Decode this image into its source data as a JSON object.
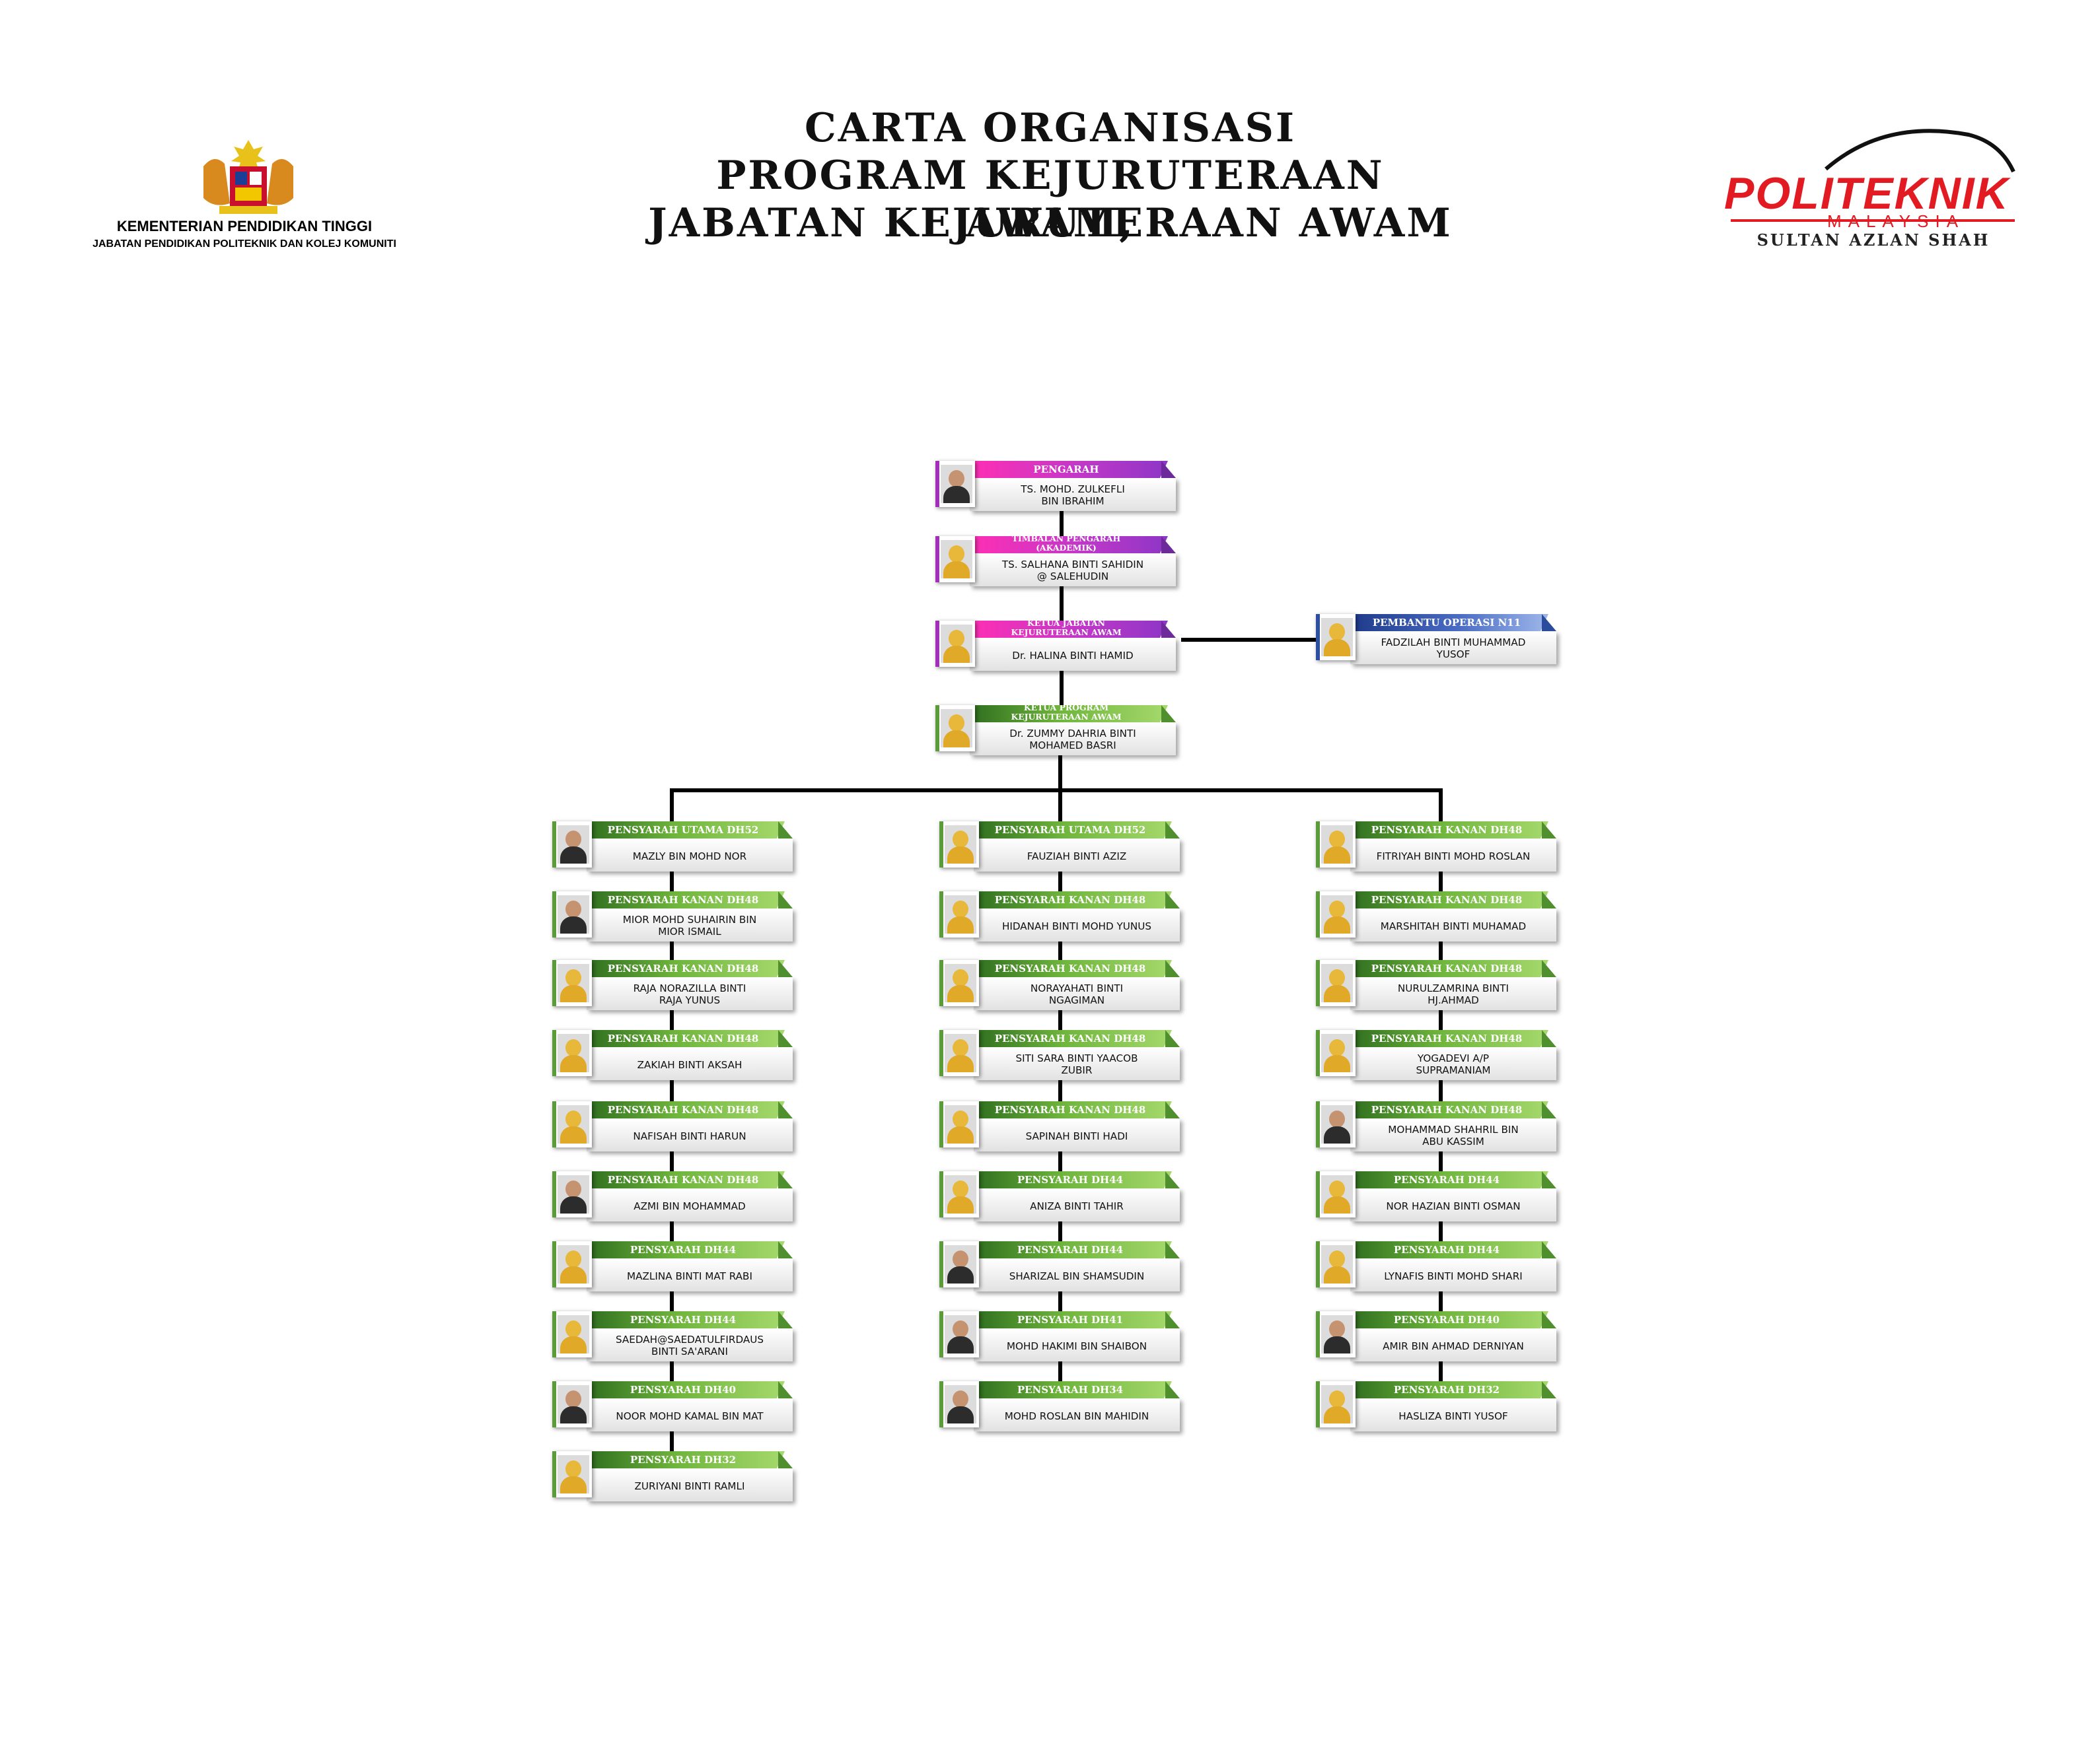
{
  "header": {
    "title_lines": [
      "CARTA ORGANISASI",
      "PROGRAM KEJURUTERAAN AWAM,",
      "JABATAN KEJURUTERAAN AWAM"
    ],
    "ministry_line1": "KEMENTERIAN PENDIDIKAN TINGGI",
    "ministry_line2": "JABATAN PENDIDIKAN POLITEKNIK DAN KOLEJ KOMUNITI",
    "poli_brand": "POLITEKNIK",
    "poli_country": "MALAYSIA",
    "poli_campus": "SULTAN AZLAN SHAH",
    "poli_color": "#e21b23"
  },
  "colors": {
    "green": "#6fb53c",
    "magenta": "#c238c8",
    "blue": "#4a6cc4",
    "connector": "#000000"
  },
  "management": [
    {
      "title": "PENGARAH",
      "name": "TS. MOHD. ZULKEFLI\nBIN IBRAHIM",
      "theme": "magenta",
      "avatar": "m"
    },
    {
      "title": "TIMBALAN PENGARAH\n(AKADEMIK)",
      "name": "TS. SALHANA BINTI SAHIDIN\n@ SALEHUDIN",
      "theme": "magenta",
      "avatar": "f"
    },
    {
      "title": "KETUA JABATAN\nKEJURUTERAAN AWAM",
      "name": "Dr. HALINA  BINTI HAMID",
      "theme": "magenta",
      "avatar": "f"
    },
    {
      "title": "KETUA PROGRAM\nKEJURUTERAAN AWAM",
      "name": "Dr. ZUMMY DAHRIA BINTI\nMOHAMED BASRI",
      "theme": "green",
      "avatar": "f"
    }
  ],
  "assistant": {
    "title": "PEMBANTU OPERASI N11",
    "name": "FADZILAH BINTI MUHAMMAD\nYUSOF",
    "theme": "blue",
    "avatar": "f"
  },
  "columns": [
    [
      {
        "title": "PENSYARAH UTAMA DH52",
        "name": "MAZLY BIN MOHD NOR",
        "avatar": "m"
      },
      {
        "title": "PENSYARAH KANAN DH48",
        "name": "MIOR MOHD SUHAIRIN BIN\nMIOR ISMAIL",
        "avatar": "m"
      },
      {
        "title": "PENSYARAH KANAN DH48",
        "name": "RAJA NORAZILLA BINTI\nRAJA YUNUS",
        "avatar": "f"
      },
      {
        "title": "PENSYARAH KANAN DH48",
        "name": "ZAKIAH BINTI AKSAH",
        "avatar": "f"
      },
      {
        "title": "PENSYARAH KANAN DH48",
        "name": "NAFISAH BINTI HARUN",
        "avatar": "f"
      },
      {
        "title": "PENSYARAH KANAN DH48",
        "name": "AZMI BIN MOHAMMAD",
        "avatar": "m"
      },
      {
        "title": "PENSYARAH DH44",
        "name": "MAZLINA BINTI MAT RABI",
        "avatar": "f"
      },
      {
        "title": "PENSYARAH DH44",
        "name": "SAEDAH@SAEDATULFIRDAUS\nBINTI SA'ARANI",
        "avatar": "f"
      },
      {
        "title": "PENSYARAH DH40",
        "name": "NOOR MOHD KAMAL BIN MAT",
        "avatar": "m"
      },
      {
        "title": "PENSYARAH DH32",
        "name": "ZURIYANI BINTI RAMLI",
        "avatar": "f"
      }
    ],
    [
      {
        "title": "PENSYARAH UTAMA DH52",
        "name": "FAUZIAH BINTI AZIZ",
        "avatar": "f"
      },
      {
        "title": "PENSYARAH KANAN DH48",
        "name": "HIDANAH BINTI MOHD YUNUS",
        "avatar": "f"
      },
      {
        "title": "PENSYARAH KANAN DH48",
        "name": "NORAYAHATI BINTI\nNGAGIMAN",
        "avatar": "f"
      },
      {
        "title": "PENSYARAH KANAN DH48",
        "name": "SITI SARA BINTI YAACOB\nZUBIR",
        "avatar": "f"
      },
      {
        "title": "PENSYARAH KANAN DH48",
        "name": "SAPINAH BINTI HADI",
        "avatar": "f"
      },
      {
        "title": "PENSYARAH DH44",
        "name": "ANIZA BINTI TAHIR",
        "avatar": "f"
      },
      {
        "title": "PENSYARAH DH44",
        "name": "SHARIZAL BIN SHAMSUDIN",
        "avatar": "m"
      },
      {
        "title": "PENSYARAH DH41",
        "name": "MOHD HAKIMI BIN SHAIBON",
        "avatar": "m"
      },
      {
        "title": "PENSYARAH DH34",
        "name": "MOHD ROSLAN BIN MAHIDIN",
        "avatar": "m"
      }
    ],
    [
      {
        "title": "PENSYARAH KANAN DH48",
        "name": "FITRIYAH BINTI MOHD ROSLAN",
        "avatar": "f"
      },
      {
        "title": "PENSYARAH KANAN DH48",
        "name": "MARSHITAH BINTI MUHAMAD",
        "avatar": "f"
      },
      {
        "title": "PENSYARAH KANAN DH48",
        "name": "NURULZAMRINA BINTI\nHJ.AHMAD",
        "avatar": "f"
      },
      {
        "title": "PENSYARAH KANAN DH48",
        "name": "YOGADEVI A/P\nSUPRAMANIAM",
        "avatar": "f"
      },
      {
        "title": "PENSYARAH KANAN DH48",
        "name": "MOHAMMAD SHAHRIL BIN\nABU KASSIM",
        "avatar": "m"
      },
      {
        "title": "PENSYARAH DH44",
        "name": "NOR HAZIAN BINTI OSMAN",
        "avatar": "f"
      },
      {
        "title": "PENSYARAH DH44",
        "name": "LYNAFIS BINTI MOHD SHARI",
        "avatar": "f"
      },
      {
        "title": "PENSYARAH DH40",
        "name": "AMIR BIN AHMAD DERNIYAN",
        "avatar": "m"
      },
      {
        "title": "PENSYARAH DH32",
        "name": "HASLIZA BINTI YUSOF",
        "avatar": "f"
      }
    ]
  ]
}
